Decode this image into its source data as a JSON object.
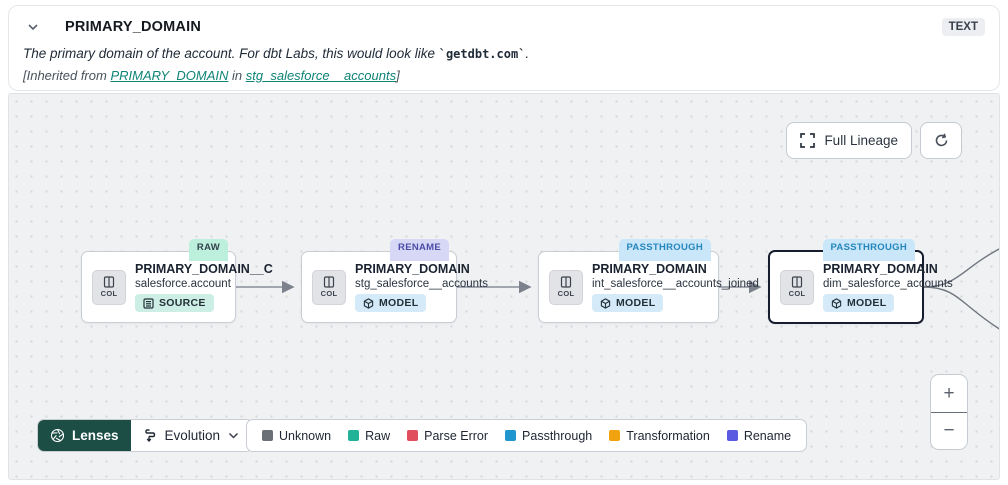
{
  "header": {
    "title": "PRIMARY_DOMAIN",
    "type_badge": "TEXT",
    "description_prefix": "The primary domain of the account. For dbt Labs, this would look like ",
    "description_code": "`getdbt.com`",
    "description_suffix": ".",
    "inherited_prefix": "[Inherited from ",
    "inherited_link_column": "PRIMARY_DOMAIN",
    "inherited_middle": " in ",
    "inherited_link_model": "stg_salesforce__accounts",
    "inherited_suffix": "]"
  },
  "canvas": {
    "full_lineage_label": "Full Lineage",
    "nodes": [
      {
        "title": "PRIMARY_DOMAIN__C",
        "subtitle": "salesforce.account",
        "badge": "SOURCE",
        "tag": "RAW",
        "col_label": "COL",
        "selected": false
      },
      {
        "title": "PRIMARY_DOMAIN",
        "subtitle": "stg_salesforce__accounts",
        "badge": "MODEL",
        "tag": "RENAME",
        "col_label": "COL",
        "selected": false
      },
      {
        "title": "PRIMARY_DOMAIN",
        "subtitle": "int_salesforce__accounts_joined",
        "badge": "MODEL",
        "tag": "PASSTHROUGH",
        "col_label": "COL",
        "selected": false
      },
      {
        "title": "PRIMARY_DOMAIN",
        "subtitle": "dim_salesforce_accounts",
        "badge": "MODEL",
        "tag": "PASSTHROUGH",
        "col_label": "COL",
        "selected": true
      }
    ],
    "zoom_in_label": "+",
    "zoom_out_label": "−"
  },
  "toolbar": {
    "lenses_label": "Lenses",
    "lens_selected": "Evolution"
  },
  "legend": {
    "items": [
      {
        "label": "Unknown",
        "color": "#6b6f76"
      },
      {
        "label": "Raw",
        "color": "#21b398"
      },
      {
        "label": "Parse Error",
        "color": "#e14d5c"
      },
      {
        "label": "Passthrough",
        "color": "#2095ce"
      },
      {
        "label": "Transformation",
        "color": "#f0a30e"
      },
      {
        "label": "Rename",
        "color": "#5a5be0"
      }
    ]
  }
}
